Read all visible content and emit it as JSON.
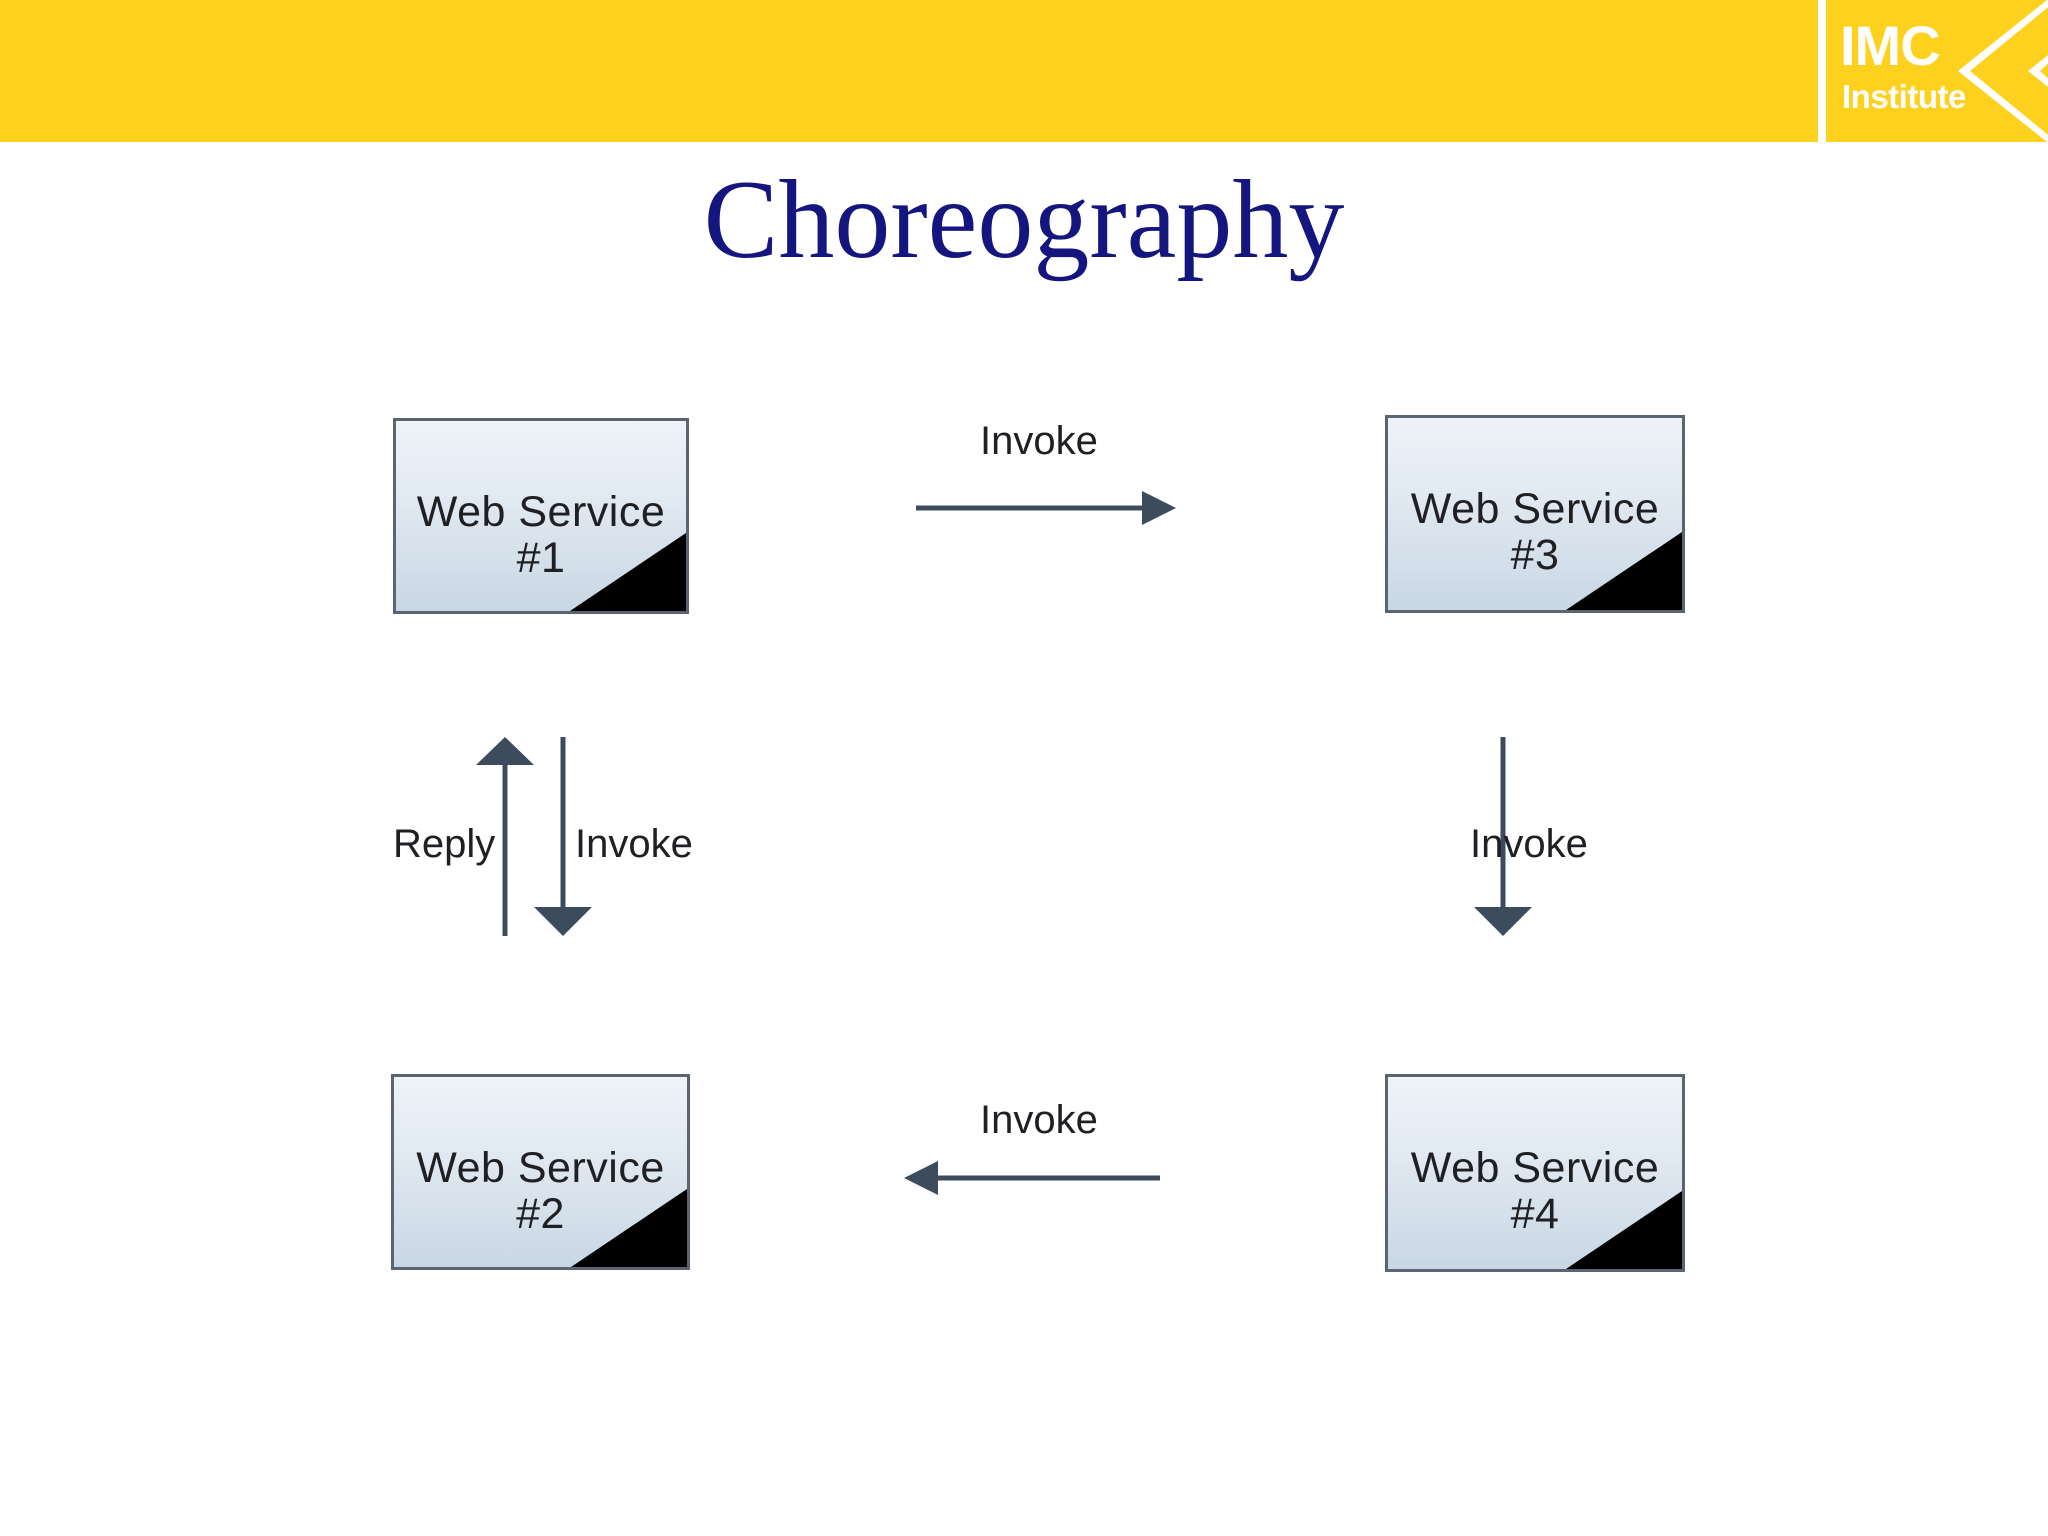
{
  "header": {
    "bar_color": "#FFD11F",
    "logo": {
      "primary_text": "IMC",
      "secondary_text": "Institute",
      "chevron_icon": "chevron-left-icon",
      "text_color": "#FFFFFF"
    }
  },
  "title": {
    "text": "Choreography",
    "color": "#151580"
  },
  "diagram": {
    "type": "choreography-flow",
    "accent_line_color": "#3D4C5C",
    "box_border_color": "#5A6472",
    "nodes": [
      {
        "id": "ws1",
        "label": "Web Service #1"
      },
      {
        "id": "ws3",
        "label": "Web Service #3"
      },
      {
        "id": "ws2",
        "label": "Web Service #2"
      },
      {
        "id": "ws4",
        "label": "Web Service #4"
      }
    ],
    "connectors": [
      {
        "id": "ws1-to-ws3",
        "label": "Invoke",
        "direction": "right",
        "from": "ws1",
        "to": "ws3"
      },
      {
        "id": "ws1-to-ws2",
        "label": "Invoke",
        "direction": "down",
        "from": "ws1",
        "to": "ws2"
      },
      {
        "id": "ws2-to-ws1",
        "label": "Reply",
        "direction": "up",
        "from": "ws2",
        "to": "ws1"
      },
      {
        "id": "ws3-to-ws4",
        "label": "Invoke",
        "direction": "down",
        "from": "ws3",
        "to": "ws4"
      },
      {
        "id": "ws4-to-ws2",
        "label": "Invoke",
        "direction": "left",
        "from": "ws4",
        "to": "ws2"
      }
    ]
  }
}
